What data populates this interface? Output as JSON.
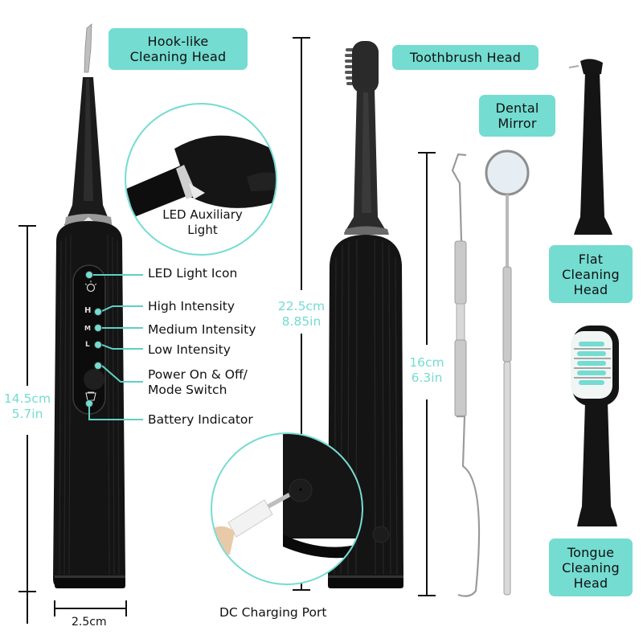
{
  "colors": {
    "accent": "#74dcd1",
    "device_body": "#141414",
    "steel": "#c8c8c8"
  },
  "labels": {
    "hook_head": [
      "Hook-like",
      "Cleaning Head"
    ],
    "toothbrush_head": "Toothbrush Head",
    "dental_mirror": [
      "Dental",
      "Mirror"
    ],
    "flat_head": [
      "Flat",
      "Cleaning",
      "Head"
    ],
    "tongue_head": [
      "Tongue",
      "Cleaning",
      "Head"
    ],
    "led_aux": [
      "LED Auxiliary",
      "Light"
    ],
    "dc_port": "DC Charging Port"
  },
  "callouts": {
    "led_icon": "LED Light Icon",
    "high": "High Intensity",
    "medium": "Medium Intensity",
    "low": "Low Intensity",
    "power": [
      "Power On & Off/",
      "Mode Switch"
    ],
    "battery": "Battery Indicator"
  },
  "panel_letters": {
    "high": "H",
    "medium": "M",
    "low": "L"
  },
  "dimensions": {
    "scaler_height": [
      "14.5cm",
      "5.7in"
    ],
    "scaler_width": "2.5cm",
    "brush_height": [
      "22.5cm",
      "8.85in"
    ],
    "tools_height": [
      "16cm",
      "6.3in"
    ]
  },
  "icons": {
    "led_light": "lightbulb-icon",
    "battery": "battery-icon"
  }
}
